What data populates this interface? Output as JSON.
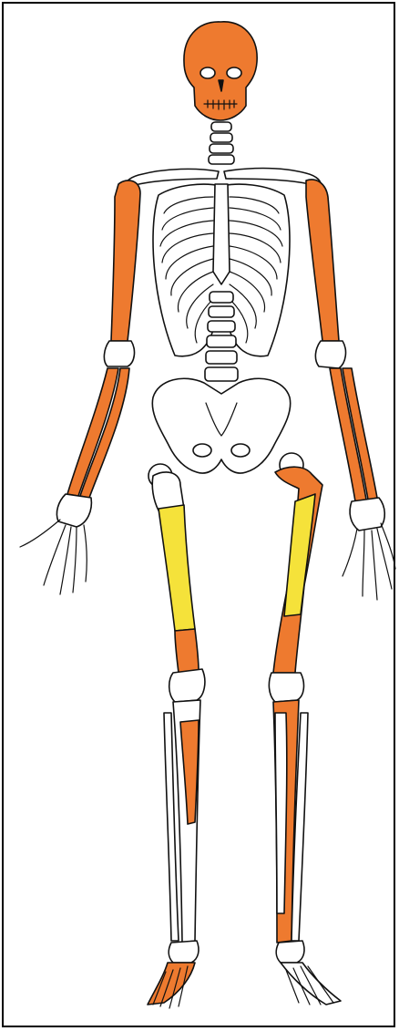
{
  "figure": {
    "subject": "skeleton-anterior-view",
    "colors": {
      "background": "#ffffff",
      "bone": "#ffffff",
      "outline": "#111111",
      "highlight_orange": "#ee7a2f",
      "highlight_yellow": "#f5e23a"
    },
    "highlighted_regions": {
      "orange": [
        "skull",
        "left-humerus",
        "right-humerus",
        "left-radius",
        "right-radius",
        "left-femur-distal",
        "right-femur",
        "left-tibia-proximal",
        "right-tibia",
        "left-foot"
      ],
      "yellow": [
        "left-femur-mid",
        "right-femur-mid"
      ]
    }
  }
}
